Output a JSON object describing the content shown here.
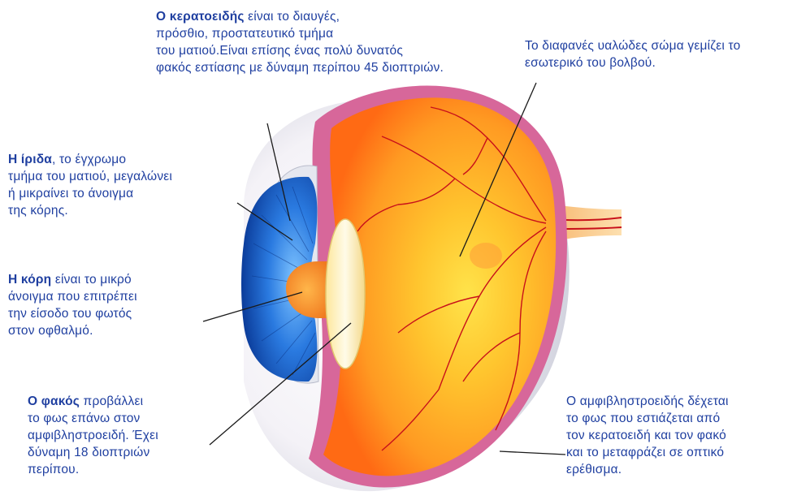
{
  "labels": {
    "cornea": {
      "term": "Ο κερατοειδής",
      "line1_rest": " είναι το διαυγές,",
      "line2": "πρόσθιο, προστατευτικό τμήμα",
      "line3": " του ματιού.Είναι επίσης ένας πολύ δυνατός",
      "line4": "φακός εστίασης με δύναμη περίπου 45 διοπτριών."
    },
    "vitreous": {
      "line1": "Το διαφανές υαλώδες σώμα γεμίζει το",
      "line2": "εσωτερικό του βολβού."
    },
    "iris": {
      "term": "Η ίριδα",
      "line1_rest": ", το έγχρωμο",
      "line2": " τμήμα του ματιού, μεγαλώνει",
      "line3": " ή μικραίνει το άνοιγμα",
      "line4": "  της κόρης."
    },
    "pupil": {
      "term": "Η κόρη",
      "line1_rest": " είναι το μικρό",
      "line2": " άνοιγμα που επιτρέπει",
      "line3": "την είσοδο του φωτός",
      "line4": " στον οφθαλμό."
    },
    "lens": {
      "term": "Ο φακός",
      "line1_rest": " προβάλλει",
      "line2": "το φως επάνω στον",
      "line3": "αμφιβληστροειδή. Έχει",
      "line4": "δύναμη 18 διοπτριών",
      "line5": "  περίπου."
    },
    "retina": {
      "line1": "Ο αμφιβληστροειδής δέχεται",
      "line2": " το φως που εστιάζεται από",
      "line3": " τον κερατοειδή και τον φακό",
      "line4": " και το μεταφράζει σε οπτικό",
      "line5": "  ερέθισμα."
    }
  },
  "colors": {
    "label_text": "#1f3fa0",
    "leader_line": "#1a1a1a",
    "sclera_outer": "#f7e6ea",
    "choroid": "#d7679a",
    "vitreous_center": "#ffd23a",
    "vitreous_edge": "#ff7a1a",
    "iris_blue": "#1f6fdc",
    "lens": "#fbf3c9",
    "vessel": "#c8101a"
  }
}
